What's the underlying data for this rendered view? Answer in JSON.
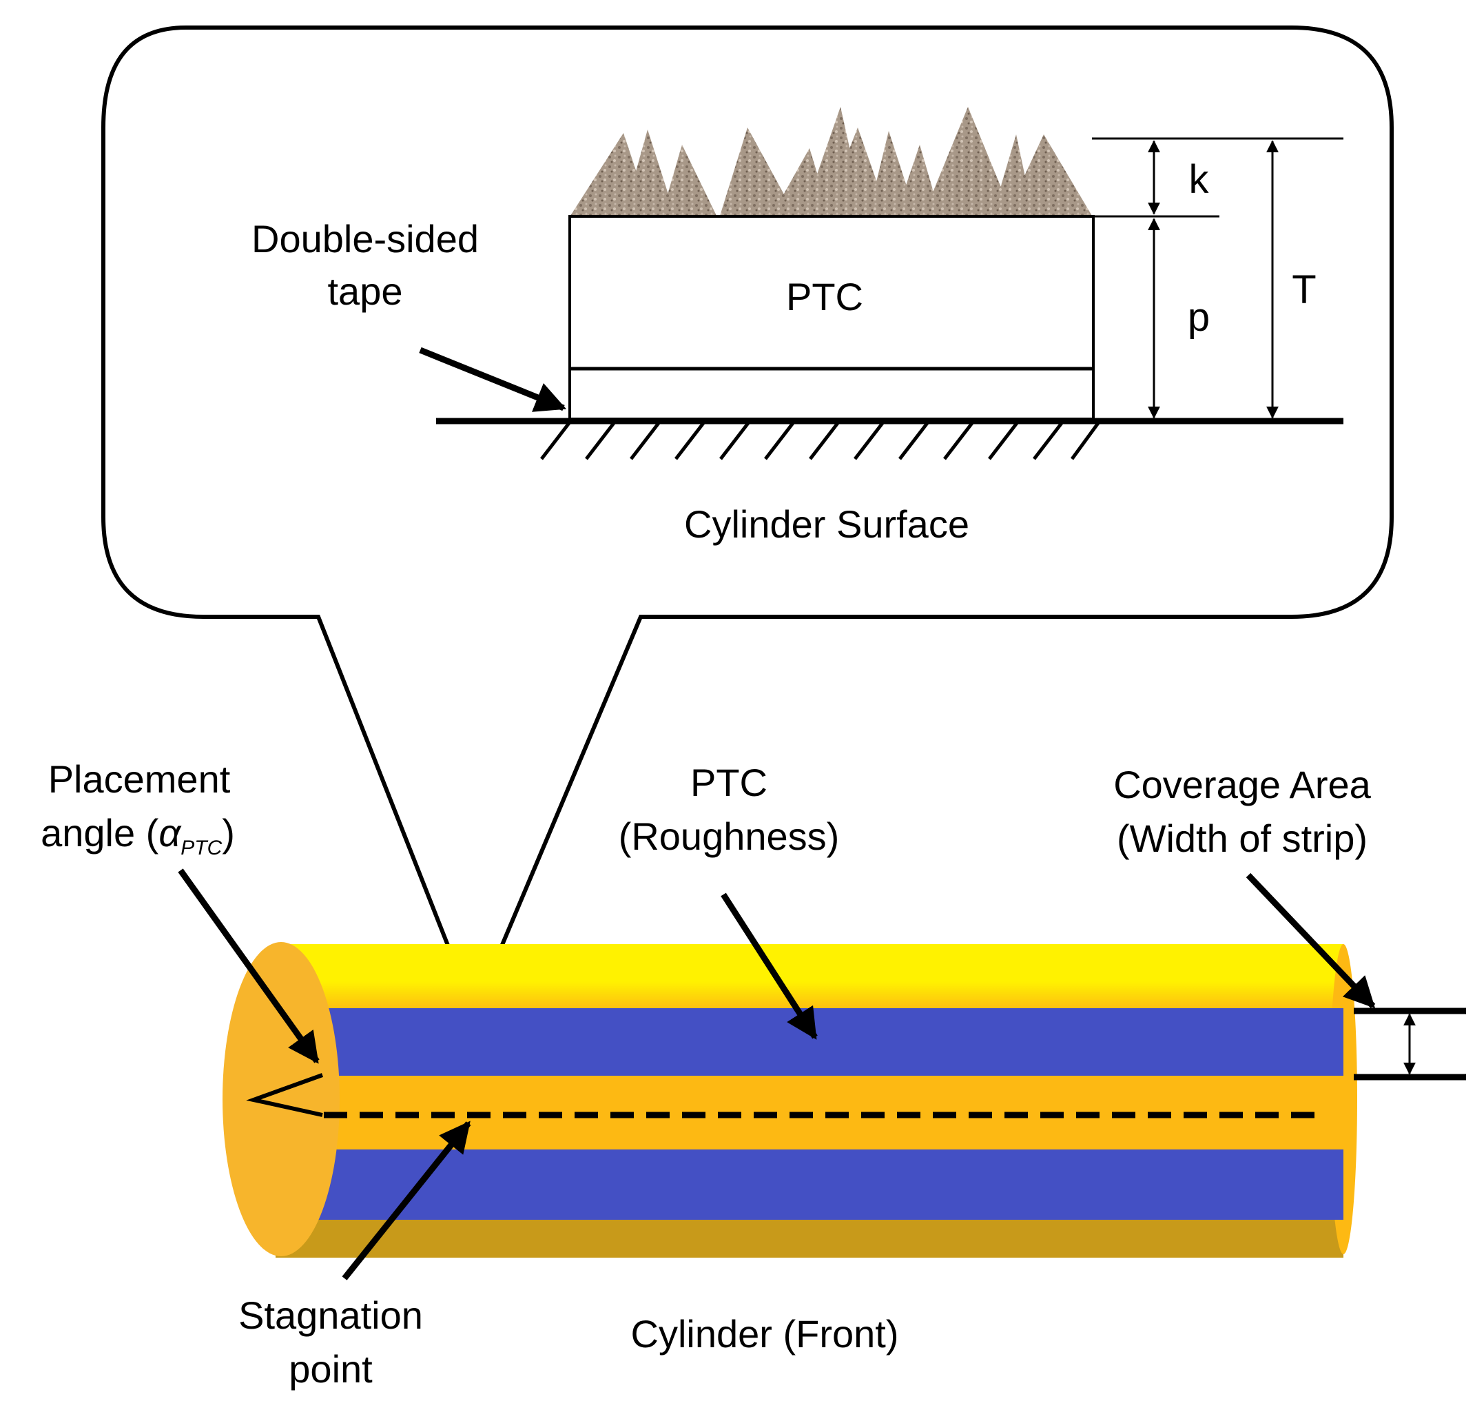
{
  "labels": {
    "double_sided_tape_line1": "Double-sided",
    "double_sided_tape_line2": "tape",
    "ptc_layer": "PTC",
    "cylinder_surface": "Cylinder Surface",
    "dim_k": "k",
    "dim_p": "p",
    "dim_T": "T",
    "placement_angle_line1": "Placement",
    "placement_angle_line2_prefix": "angle (",
    "placement_angle_symbol": "α",
    "placement_angle_subscript": "PTC",
    "placement_angle_suffix": ")",
    "ptc_roughness_line1": "PTC",
    "ptc_roughness_line2": "(Roughness)",
    "coverage_area_line1": "Coverage Area",
    "coverage_area_line2": "(Width of strip)",
    "stagnation_point_line1": "Stagnation",
    "stagnation_point_line2": "point",
    "cylinder_front": "Cylinder (Front)"
  },
  "colors": {
    "cylinder_top": "#FFF200",
    "cylinder_body": "#FDB913",
    "cylinder_end_cap": "#F7B52C",
    "cylinder_bottom_shade": "#D4A017",
    "ptc_strip": "#4450C4",
    "roughness_grain": "#A89888",
    "line": "#000000"
  }
}
